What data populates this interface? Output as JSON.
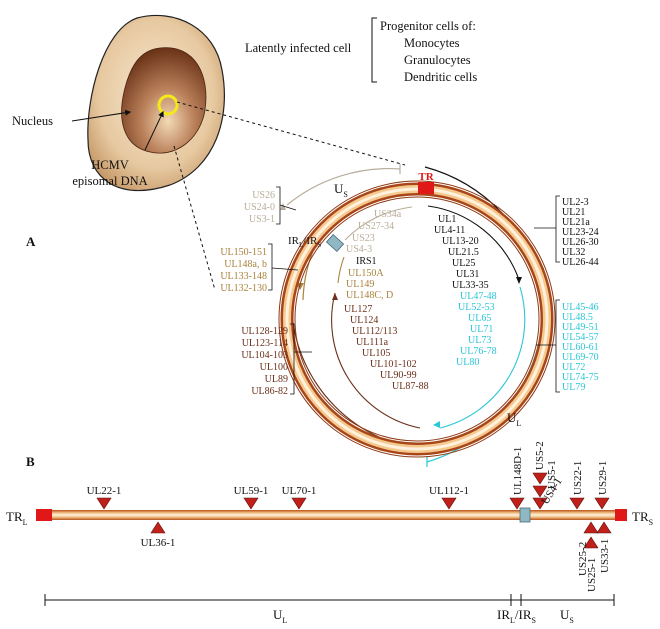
{
  "top": {
    "nucleus_label": "Nucleus",
    "hcmv_line1": "HCMV",
    "hcmv_line2": "episomal DNA",
    "latent_label": "Latently infected cell",
    "progenitor_title": "Progenitor cells of:",
    "progenitor_items": [
      "Monocytes",
      "Granulocytes",
      "Dendritic cells"
    ]
  },
  "panel_a": {
    "letter": "A",
    "tr": "TR",
    "us_label": "U",
    "us_sub": "S",
    "ul_label": "U",
    "ul_sub": "L",
    "irl_text": "IR",
    "irl_sub": "L",
    "slash": "/IR",
    "irs_sub": "S",
    "colors": {
      "tan": "#b9ad9a",
      "gold": "#a9823c",
      "brown": "#6b2f1a",
      "black": "#111111",
      "cyan": "#2bc7d8",
      "red": "#e01818"
    },
    "box_top_left": [
      "US26",
      "US24-0",
      "US3-1"
    ],
    "box_left": [
      "UL150-151",
      "UL148a, b",
      "UL133-148",
      "UL132-130"
    ],
    "box_bottom_left": [
      "UL128-129",
      "UL123-114",
      "UL104-103",
      "UL100",
      "UL89",
      "UL86-82"
    ],
    "box_right_top": [
      "UL2-3",
      "UL21",
      "UL21a",
      "UL23-24",
      "UL26-30",
      "UL32",
      "UL26-44"
    ],
    "box_right_bottom": [
      "UL45-46",
      "UL48.5",
      "UL49-51",
      "UL54-57",
      "UL60-61",
      "UL69-70",
      "UL72",
      "UL74-75",
      "UL79"
    ],
    "inner_tan": [
      "US34a",
      "US27-34",
      "US23",
      "US4-3"
    ],
    "inner_black_right": [
      "UL1",
      "UL4-11",
      "UL13-20",
      "UL21.5",
      "UL25",
      "UL31",
      "UL33-35"
    ],
    "inner_cyan": [
      "UL47-48",
      "UL52-53",
      "UL65",
      "UL71",
      "UL73",
      "UL76-78",
      "UL80"
    ],
    "irs1": "IRS1",
    "inner_gold": [
      "UL150A",
      "UL149",
      "UL148C, D"
    ],
    "inner_brown": [
      "UL127",
      "UL124",
      "UL112/113",
      "UL111a",
      "UL105",
      "UL101-102",
      "UL90-99",
      "UL87-88"
    ]
  },
  "panel_b": {
    "letter": "B",
    "trl": "TR",
    "trl_sub": "L",
    "trs": "TR",
    "trs_sub": "S",
    "markers_above": [
      "UL22-1",
      "UL59-1",
      "UL70-1",
      "UL112-1"
    ],
    "marker_below": [
      "UL36-1"
    ],
    "vertical_labels": [
      "UL148D-1",
      "US5-2",
      "US5-1",
      "US4-1",
      "US22-1",
      "US29-1",
      "US25-2",
      "US25-1",
      "US33-1"
    ],
    "region_ul": "U",
    "region_ul_sub": "L",
    "region_ir": "IR",
    "region_ir_sub1": "L",
    "region_ir_mid": "/IR",
    "region_ir_sub2": "S",
    "region_us": "U",
    "region_us_sub": "S"
  }
}
